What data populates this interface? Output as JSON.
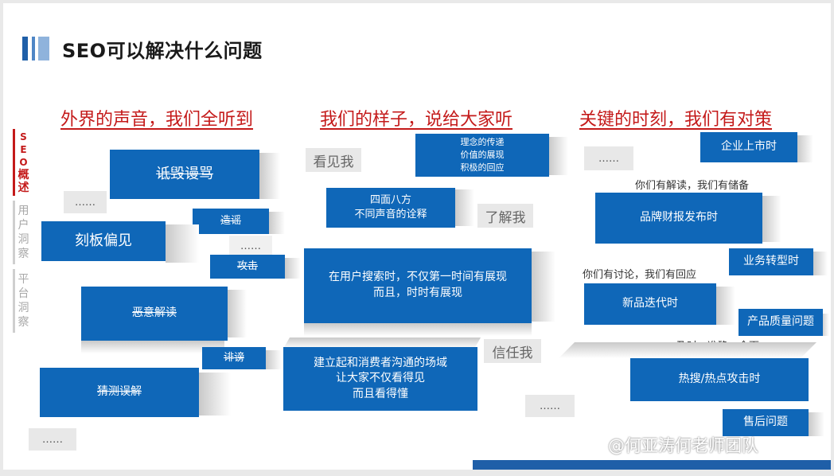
{
  "slide": {
    "title": "SEO可以解决什么问题",
    "sidebar": [
      {
        "chars": [
          "S",
          "E",
          "O",
          "概",
          "述"
        ]
      },
      {
        "chars": [
          "用",
          "户",
          "洞",
          "察"
        ]
      },
      {
        "chars": [
          "平",
          "台",
          "洞",
          "察"
        ]
      }
    ],
    "columns": {
      "left": {
        "heading": "外界的声音，我们全听到",
        "items": [
          "诋毁谩骂",
          "……",
          "造谣",
          "刻板偏见",
          "……",
          "攻击",
          "恶意解读",
          "诽谤",
          "猜测误解",
          "……"
        ]
      },
      "middle": {
        "heading": "我们的样子，说给大家听",
        "see_me": "看见我",
        "box1": [
          "理念的传递",
          "价值的展现",
          "积极的回应"
        ],
        "box2": [
          "四面八方",
          "不同声音的诠释"
        ],
        "know_me": "了解我",
        "box3": [
          "在用户搜索时，不仅第一时间有展现",
          "而且，时时有展现"
        ],
        "box4": [
          "建立起和消费者沟通的场域",
          "让大家不仅看得见",
          "而且看得懂"
        ],
        "trust_me": "信任我",
        "dots": "……"
      },
      "right": {
        "heading": "关键的时刻，我们有对策",
        "dots1": "……",
        "ipo": "企业上市时",
        "note1": "你们有解读，我们有储备",
        "earnings": "品牌财报发布时",
        "transform": "业务转型时",
        "note2": "你们有讨论，我们有回应",
        "iteration": "新品迭代时",
        "quality": "产品质量问题",
        "note3": "及时、准确、全面",
        "hot": "热搜/热点攻击时",
        "aftersale": "售后问题"
      }
    },
    "watermark": "@何亚涛何老师团队"
  },
  "colors": {
    "accent": "#0f67b8",
    "heading_red": "#c41a1a",
    "active_side": "#c41a1a",
    "inactive_side": "#bdbdbd"
  }
}
